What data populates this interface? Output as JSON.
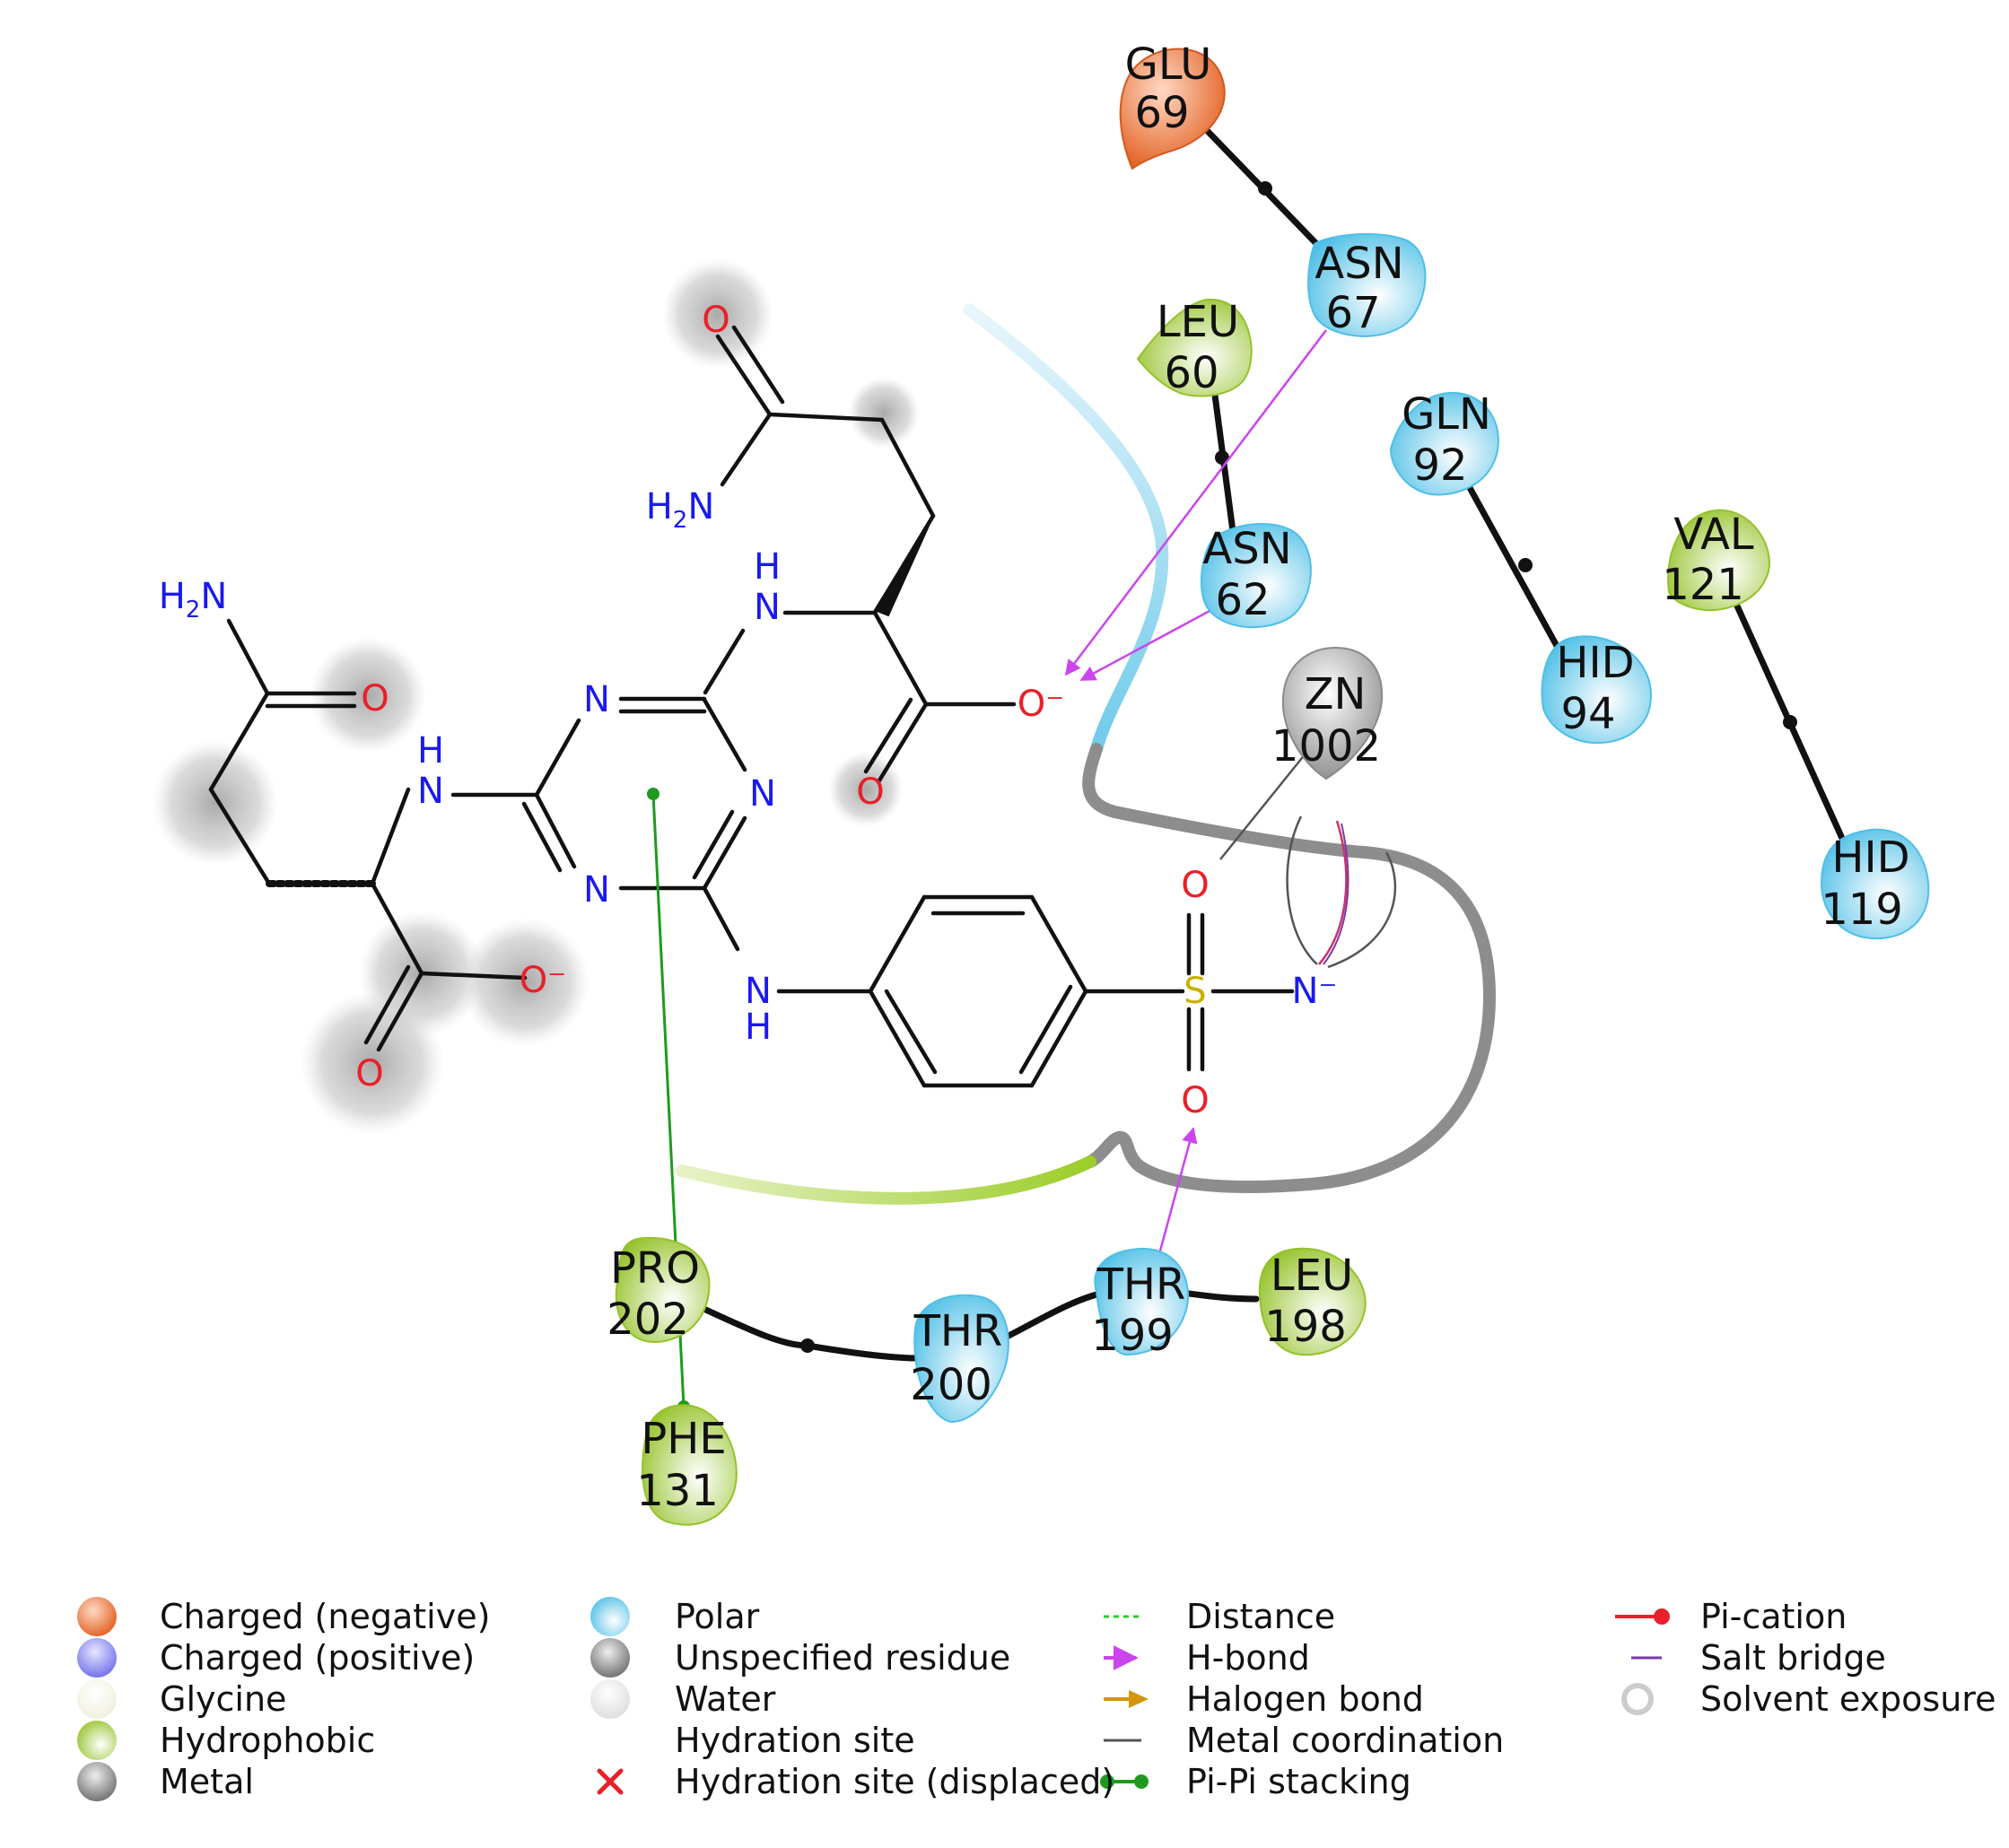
{
  "residues": [
    {
      "id": "glu69",
      "name": "GLU",
      "num": "69",
      "type": "negative"
    },
    {
      "id": "asn67",
      "name": "ASN",
      "num": "67",
      "type": "polar"
    },
    {
      "id": "leu60",
      "name": "LEU",
      "num": "60",
      "type": "hydrophobic"
    },
    {
      "id": "asn62",
      "name": "ASN",
      "num": "62",
      "type": "polar"
    },
    {
      "id": "gln92",
      "name": "GLN",
      "num": "92",
      "type": "polar"
    },
    {
      "id": "hid94",
      "name": "HID",
      "num": "94",
      "type": "polar"
    },
    {
      "id": "val121",
      "name": "VAL",
      "num": "121",
      "type": "hydrophobic"
    },
    {
      "id": "hid119",
      "name": "HID",
      "num": "119",
      "type": "polar"
    },
    {
      "id": "zn1002",
      "name": "ZN",
      "num": "1002",
      "type": "metal"
    },
    {
      "id": "pro202",
      "name": "PRO",
      "num": "202",
      "type": "hydrophobic"
    },
    {
      "id": "thr200",
      "name": "THR",
      "num": "200",
      "type": "polar"
    },
    {
      "id": "thr199",
      "name": "THR",
      "num": "199",
      "type": "polar"
    },
    {
      "id": "leu198",
      "name": "LEU",
      "num": "198",
      "type": "hydrophobic"
    },
    {
      "id": "phe131",
      "name": "PHE",
      "num": "131",
      "type": "hydrophobic"
    }
  ],
  "atoms": {
    "o": "O",
    "o_minus": "O⁻",
    "n": "N",
    "n_minus": "N⁻",
    "h": "H",
    "s": "S",
    "h2n_main": "H",
    "h2n_sub": "2",
    "h2n_n": "N"
  },
  "legend": {
    "col1": [
      "Charged (negative)",
      "Charged (positive)",
      "Glycine",
      "Hydrophobic",
      "Metal"
    ],
    "col2": [
      "Polar",
      "Unspecified residue",
      "Water",
      "Hydration site",
      "Hydration site (displaced)"
    ],
    "col3": [
      "Distance",
      "H-bond",
      "Halogen bond",
      "Metal coordination",
      "Pi-Pi stacking"
    ],
    "col4": [
      "Pi-cation",
      "Salt bridge",
      "Solvent exposure"
    ]
  },
  "colors": {
    "negative": "#e8692f",
    "positive": "#7b7bf0",
    "glycine": "#f5f5e8",
    "hydrophobic": "#a5cc3a",
    "metal": "#9a9a9a",
    "polar": "#6fcbea",
    "hbond": "#cc44ee",
    "pipi": "#1f9a1f",
    "salt_bridge": "#cc3366",
    "metal_coord": "#555555",
    "atom_o": "#e8202a",
    "atom_n": "#1a1aee",
    "atom_s": "#c9b000"
  }
}
